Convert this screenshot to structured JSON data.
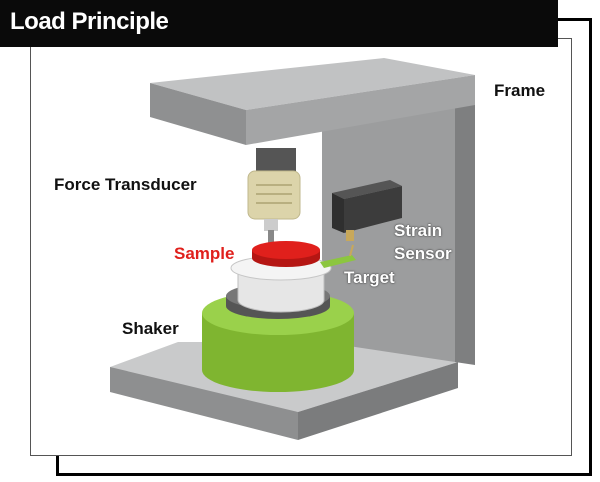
{
  "title": "Load Principle",
  "labels": {
    "frame": "Frame",
    "force_transducer": "Force Transducer",
    "sample": "Sample",
    "strain": "Strain",
    "sensor": "Sensor",
    "target": "Target",
    "shaker": "Shaker"
  },
  "colors": {
    "title_bar": "#0a0a0a",
    "frame_gray": "#a9aaab",
    "shaker_green": "#8cc63f",
    "sample_red": "#e0201c",
    "transducer_beige": "#d9d2a6"
  }
}
